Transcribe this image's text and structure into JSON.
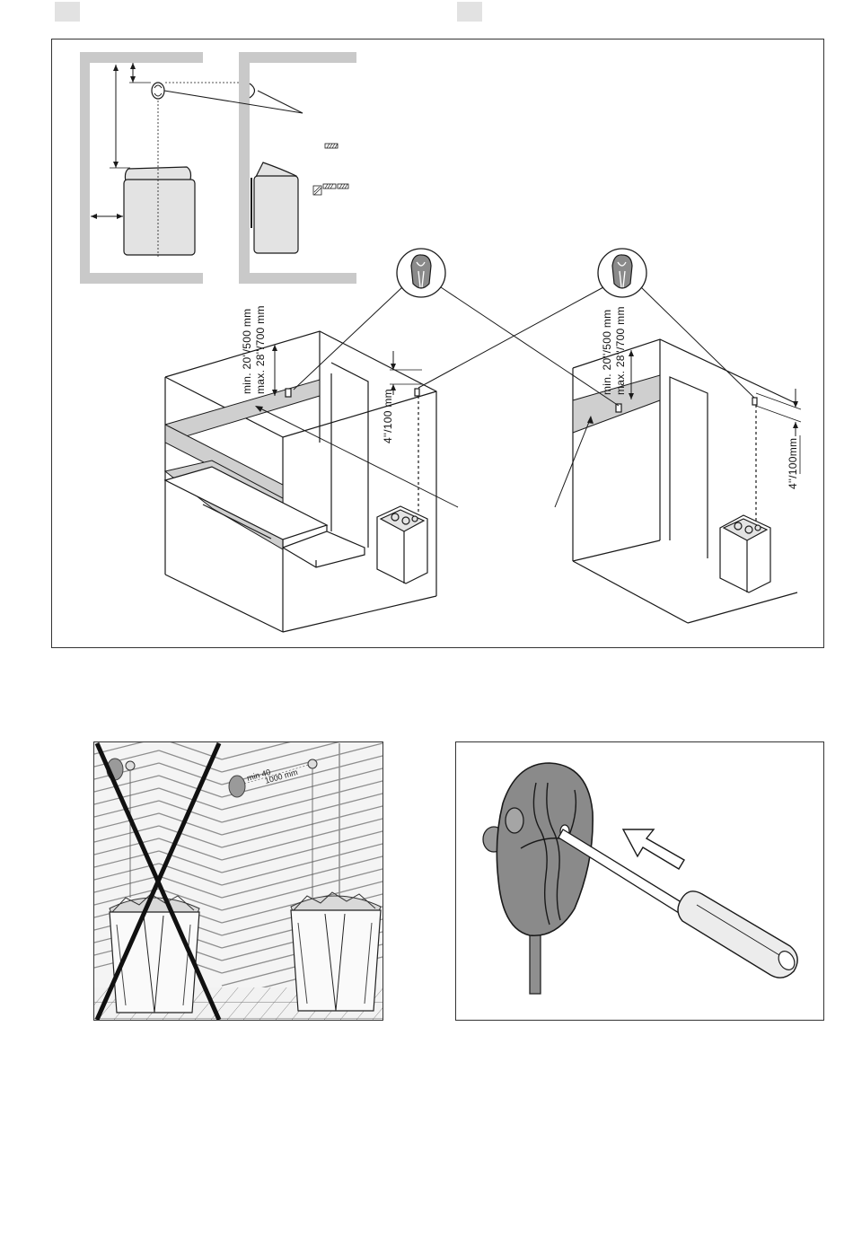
{
  "dimensions": {
    "left_room_min": "min. 20''/500 mm",
    "left_room_max": "max. 28''/700 mm",
    "left_room_offset": "4''/100 mm",
    "right_room_min": "min. 20''/500 mm",
    "right_room_max": "max. 28''/700 mm",
    "right_room_offset": "4''/100mm"
  },
  "photo": {
    "min_label": "min 40",
    "distance_label": "1000 mm"
  },
  "colors": {
    "wall_gray": "#c9c9c9",
    "band_gray": "#cfcfcf",
    "heater_fill": "#e3e3e3",
    "sensor_fill": "#8a8a8a",
    "line": "#1a1a1a"
  }
}
